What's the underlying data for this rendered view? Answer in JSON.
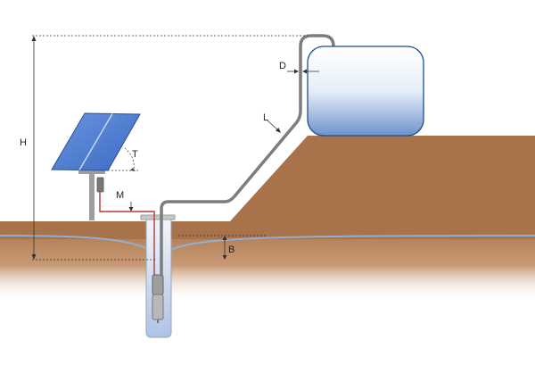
{
  "labels": {
    "H": "H",
    "D": "D",
    "L": "L",
    "T": "T",
    "M": "M",
    "B": "B"
  },
  "colors": {
    "soil": "#a8734a",
    "water_line": "#8fb0d2",
    "pipe": "#7d7d7d",
    "cable": "#b33a3a",
    "tank_outline": "#1f4e8a",
    "panel": "#4a7ad0",
    "post": "#9e9e9e"
  },
  "icons": {
    "solar_panel": "solar-panel-icon",
    "tank": "water-tank-icon",
    "pump": "submersible-pump-icon",
    "well": "well-casing-icon"
  }
}
